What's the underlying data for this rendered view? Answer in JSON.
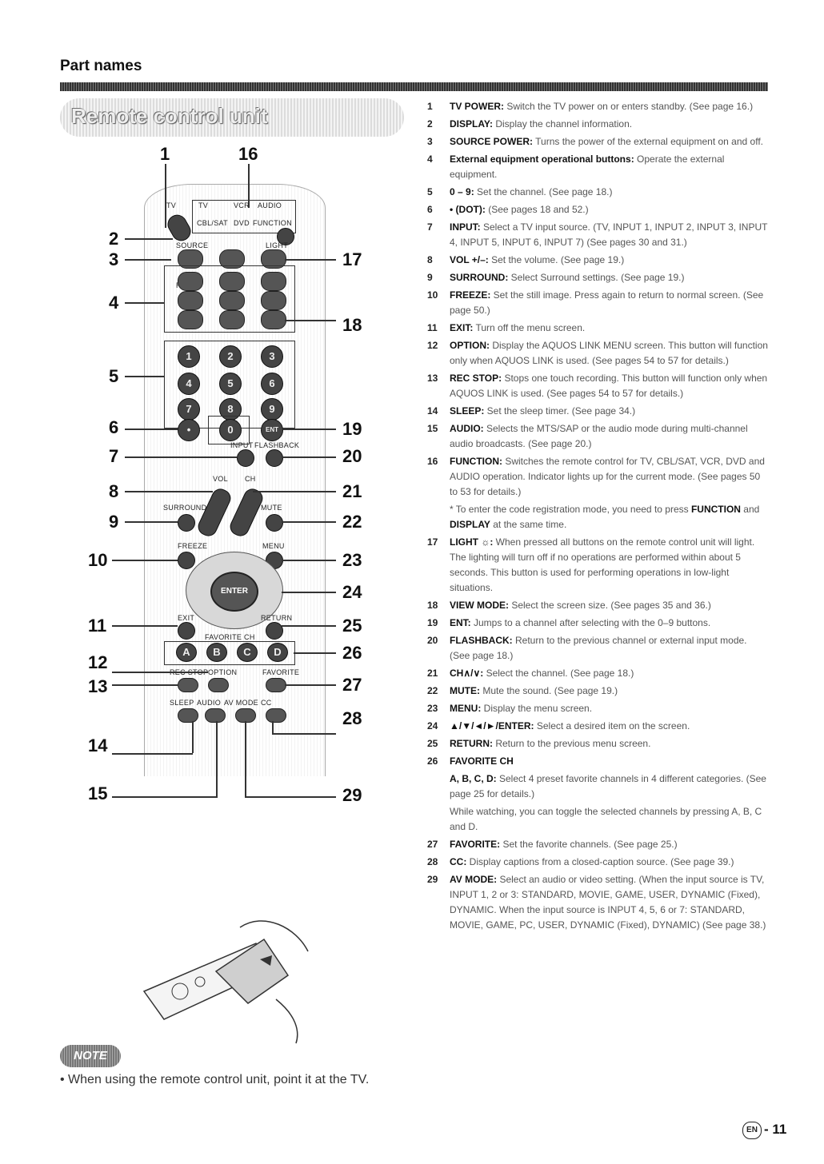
{
  "header": {
    "section_title": "Part names",
    "banner_title": "Remote control unit"
  },
  "callouts": {
    "left": [
      "2",
      "3",
      "4",
      "5",
      "6",
      "7",
      "8",
      "9",
      "10",
      "11",
      "12",
      "13",
      "14",
      "15"
    ],
    "top": [
      "1",
      "16"
    ],
    "right": [
      "17",
      "18",
      "19",
      "20",
      "21",
      "22",
      "23",
      "24",
      "25",
      "26",
      "27",
      "28",
      "29"
    ]
  },
  "remote_labels": {
    "tv": "TV",
    "vcr": "VCR",
    "audio": "AUDIO",
    "cbl_sat": "CBL/SAT",
    "dvd": "DVD",
    "function": "FUNCTION",
    "source": "SOURCE",
    "light": "LIGHT",
    "rec": "REC",
    "input": "INPUT",
    "flashback": "FLASHBACK",
    "vol": "VOL",
    "ch": "CH",
    "surround": "SURROUND",
    "mute": "MUTE",
    "freeze": "FREEZE",
    "menu": "MENU",
    "exit": "EXIT",
    "return": "RETURN",
    "enter": "ENTER",
    "favorite_ch": "FAVORITE CH",
    "rec_stop": "REC STOP",
    "option": "OPTION",
    "favorite": "FAVORITE",
    "sleep": "SLEEP",
    "audio2": "AUDIO",
    "av_mode": "AV MODE",
    "cc": "CC",
    "digits": [
      "1",
      "2",
      "3",
      "4",
      "5",
      "6",
      "7",
      "8",
      "9",
      "•",
      "0",
      "ENT"
    ],
    "fav": [
      "A",
      "B",
      "C",
      "D"
    ]
  },
  "note": {
    "badge": "NOTE",
    "text": "• When using the remote control unit, point it at the TV."
  },
  "items": [
    {
      "n": "1",
      "t": "TV POWER:",
      "d": " Switch the TV power on or enters standby. (See page 16.)"
    },
    {
      "n": "2",
      "t": "DISPLAY:",
      "d": " Display the channel information."
    },
    {
      "n": "3",
      "t": "SOURCE POWER:",
      "d": " Turns the power of the external equipment on and off."
    },
    {
      "n": "4",
      "t": "External equipment operational buttons:",
      "d": " Operate the external equipment."
    },
    {
      "n": "5",
      "t": "0 – 9:",
      "d": " Set the channel. (See page 18.)"
    },
    {
      "n": "6",
      "t": "• (DOT):",
      "d": " (See pages 18 and 52.)"
    },
    {
      "n": "7",
      "t": "INPUT:",
      "d": " Select a TV input source. (TV, INPUT 1, INPUT 2, INPUT 3, INPUT 4, INPUT 5, INPUT 6, INPUT 7) (See pages 30 and 31.)"
    },
    {
      "n": "8",
      "t": "VOL +/–:",
      "d": " Set the volume. (See page 19.)"
    },
    {
      "n": "9",
      "t": "SURROUND:",
      "d": " Select Surround settings. (See page 19.)"
    },
    {
      "n": "10",
      "t": "FREEZE:",
      "d": " Set the still image. Press again to return to normal screen. (See page 50.)"
    },
    {
      "n": "11",
      "t": "EXIT:",
      "d": " Turn off the menu screen."
    },
    {
      "n": "12",
      "t": "OPTION:",
      "d": " Display the AQUOS LINK MENU screen. This button will function only when AQUOS LINK is used. (See pages 54 to 57 for details.)"
    },
    {
      "n": "13",
      "t": "REC STOP:",
      "d": " Stops one touch recording. This button will function only when AQUOS LINK is used. (See pages 54 to 57 for details.)"
    },
    {
      "n": "14",
      "t": "SLEEP:",
      "d": " Set the sleep timer. (See page 34.)"
    },
    {
      "n": "15",
      "t": "AUDIO:",
      "d": " Selects the MTS/SAP or the audio mode during multi-channel audio broadcasts. (See page 20.)"
    },
    {
      "n": "16",
      "t": "FUNCTION:",
      "d": " Switches the remote control for TV, CBL/SAT, VCR, DVD and AUDIO operation. Indicator lights up for the current mode. (See pages 50 to 53 for details.)"
    }
  ],
  "item16_note": {
    "pre": "* To enter the code registration mode, you need to press ",
    "b1": "FUNCTION",
    "mid": " and ",
    "b2": "DISPLAY",
    "post": " at the same time."
  },
  "items2": [
    {
      "n": "17",
      "t": "LIGHT ☼:",
      "d": " When pressed all buttons on the remote control unit will light. The lighting will turn off if no operations are performed within about 5 seconds. This button is used for performing operations in low-light situations."
    },
    {
      "n": "18",
      "t": "VIEW MODE:",
      "d": " Select the screen size. (See pages 35 and 36.)"
    },
    {
      "n": "19",
      "t": "ENT:",
      "d": " Jumps to a channel after selecting with the 0–9 buttons."
    },
    {
      "n": "20",
      "t": "FLASHBACK:",
      "d": " Return to the previous channel or external input mode. (See page 18.)"
    },
    {
      "n": "21",
      "t": "CH∧/∨:",
      "d": " Select the channel. (See page 18.)"
    },
    {
      "n": "22",
      "t": "MUTE:",
      "d": " Mute the sound. (See page 19.)"
    },
    {
      "n": "23",
      "t": "MENU:",
      "d": " Display the menu screen."
    },
    {
      "n": "24",
      "t": "▲/▼/◄/►/ENTER:",
      "d": " Select a desired item on the screen."
    },
    {
      "n": "25",
      "t": "RETURN:",
      "d": " Return to the previous menu screen."
    },
    {
      "n": "26",
      "t": "FAVORITE CH",
      "d": ""
    }
  ],
  "fav_sub1": {
    "b": "A, B, C, D:",
    "d": " Select 4 preset favorite channels in 4 different categories. (See page 25 for details.)"
  },
  "fav_sub2": "While watching, you can toggle the selected channels by pressing A, B, C and D.",
  "items3": [
    {
      "n": "27",
      "t": "FAVORITE:",
      "d": " Set the favorite channels. (See page 25.)"
    },
    {
      "n": "28",
      "t": "CC:",
      "d": " Display captions from a closed-caption source. (See page 39.)"
    },
    {
      "n": "29",
      "t": "AV MODE:",
      "d": " Select an audio or video setting. (When the input source is TV, INPUT 1, 2 or 3: STANDARD, MOVIE, GAME, USER, DYNAMIC (Fixed), DYNAMIC. When the input source is INPUT 4, 5, 6 or 7: STANDARD, MOVIE, GAME, PC, USER, DYNAMIC (Fixed), DYNAMIC) (See page 38.)"
    }
  ],
  "footer": {
    "lang": "EN",
    "page": "- 11"
  }
}
